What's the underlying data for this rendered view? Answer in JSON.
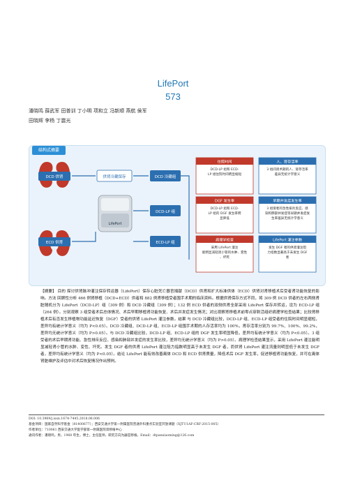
{
  "title": {
    "line1": "LifePort",
    "line2": "573"
  },
  "authors": {
    "line1": "潘晓鸣 薛武军 田普训 丁小明 项和立 冯新顺 燕航 侯军",
    "line2": "田晓辉 李杨 丁震光"
  },
  "graphic_abstract": {
    "tag": "结构式摘要",
    "left_labels": [
      "DCD 供肾",
      "ECD 供肾"
    ],
    "center_box": "供肾冷藏保存",
    "device_label": "LifePort",
    "groups": [
      "DCD 冷藏组",
      "DCD-LP 组",
      "ECD-LP 组"
    ],
    "panels": [
      {
        "header": "住院时间",
        "body": "DCD-LP 组和 ECD-LP 组住院时间明显缩短"
      },
      {
        "header": "人、肾存活率",
        "body": "3 组间肾术期的人、肾存活率差异无统计学意义"
      },
      {
        "header": "DGF 发生率",
        "body": "DCD-LP 组和 ECD-LP 组的 DGF 发生率明显降低"
      },
      {
        "header": "早期并发症发生率",
        "body": "3 组受者的急性排斥反应、感染和肺部并发症等早期并发症发生率差异无统计学意义"
      },
      {
        "header": "病理学检查",
        "body": "采用 LifePort 灌注能明显减轻肾小管的水肿、变性、坏死"
      },
      {
        "header": "LifePort 灌注参数",
        "body": "发生 DGF 者的供肾灌注阻力指数显著高于未发生 DGF 者"
      }
    ]
  },
  "abstract": {
    "text": "【摘要】 目的 探讨供肾脉冲灌注保存转运器（LifePort）保存心脏死亡器官捐献（DCD）供肾和扩大标准供体（ECD）供肾对肾移植术后受者肾功能恢复的影响。方法 回顾性分析 466 例肾移植（DCD+ECD）供者和 882 例肾移植受者围手术期的临床资料。根据供肾保存方式不同，将 309 例 DCD 供者的左右两侧肾脏随机分为 LifePort（DCD-LP）组（309 例）和 DCD 冷藏组（309 例）；132 例 ECD 供者的双侧供肾全部采用 LifePort 保存并转运，设为 ECD-LP 组（264 例）。分别观察 3 组受者术后总体情况、术后早期移植肾功能恢复、术后并发症发生情况；对比观察肾移植术前零点穿刺活组织病理学检查结果；比较肾移植术后有否发生移植物功能延迟恢复（DGF）受者的供肾 LifePort 灌注参数。结果 与 DCD 冷藏组比较，DCD-LP 组、ECD-LP 组受者的住院时间明显缩短，差异均有统计学意义（均为 P<0.05）。DCD 冷藏组、DCD-LP 组、ECD-LP 组围手术期的人存活率均为 100%，肾存活率分别为 99.7%、100%、99.2%，差异均无统计学意义（均为 P>0.05）。与 DCD 冷藏组比较，DCD-LP 组、ECD-LP 组的 DGF 发生率明显降低，差异均有统计学意义（均为 P<0.05）。3 组受者的术后早期肾功能、急性排斥反应、感染和肺部并发症的发生率比较，差异均无统计学意义（均为 P>0.05）。病理学检查结果显示，采用 LifePort 灌注能明显减轻肾小管的水肿、变性、坏死。发生 DGF 者的供肾 LifePort 灌注阻力指数明显高于未发生 DGF 者，而供肾 LifePort 灌注流量则明显低于未发生 DGF 者，差异均有统计学意义（均为 P<0.05）。结论 LifePort 能有效改善离体 DCD 和 ECD 供肾质量，降低术后 DGF 发生率，促进移植肾功能恢复，并可在离体肾脏维护及评估中对术后恢复情况作出预判。"
  },
  "footnotes": {
    "doi": "DOI: 10.3969/j.issn.1674-7445.2018.06.006",
    "funding": "基金项目：国家自然科学基金（81400677）；西安交通大学第一附属医院普通外科重点实验室开放课题（XJTU1AF-CRF-2015-005）",
    "affiliation": "作者单位：710061 西安交通大学医学部第一附属医院肾移植中心",
    "correspondence": "通讯作者：潘晓鸣，男，1968 年生，博士，主任医师，研究方向为器官移植，Email：dtpanxiaoming@126.com"
  }
}
